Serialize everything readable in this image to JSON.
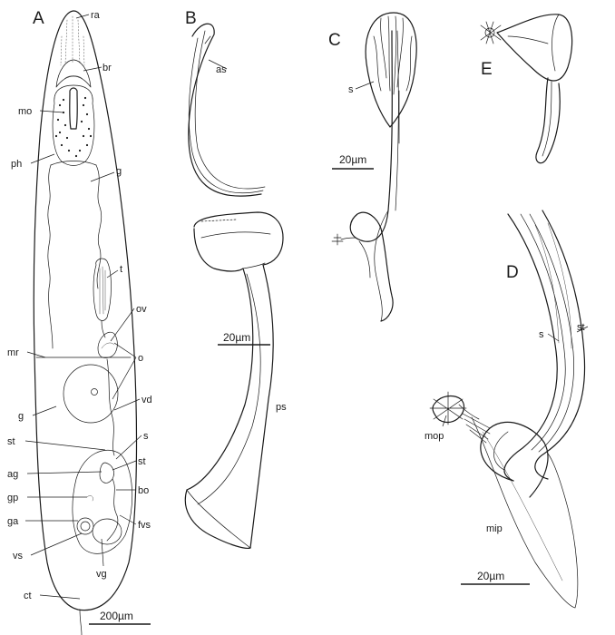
{
  "panels": {
    "A": {
      "letter": "A",
      "labels": {
        "ra": "ra",
        "br": "br",
        "mo": "mo",
        "ph": "ph",
        "g1": "g",
        "t": "t",
        "ov": "ov",
        "mr": "mr",
        "o": "o",
        "g2": "g",
        "vd": "vd",
        "st1": "st",
        "s": "s",
        "st2": "st",
        "ag": "ag",
        "bo": "bo",
        "gp": "gp",
        "fvs": "fvs",
        "ga": "ga",
        "vs": "vs",
        "vg": "vg",
        "ct": "ct"
      },
      "scale": "200µm"
    },
    "B": {
      "letter": "B",
      "labels": {
        "as": "as",
        "ps": "ps"
      },
      "scale": "20µm"
    },
    "C": {
      "letter": "C",
      "labels": {
        "s": "s"
      },
      "scale": "20µm"
    },
    "D": {
      "letter": "D",
      "labels": {
        "s": "s",
        "st": "st",
        "mop": "mop",
        "mip": "mip"
      },
      "scale": "20µm"
    },
    "E": {
      "letter": "E"
    }
  }
}
